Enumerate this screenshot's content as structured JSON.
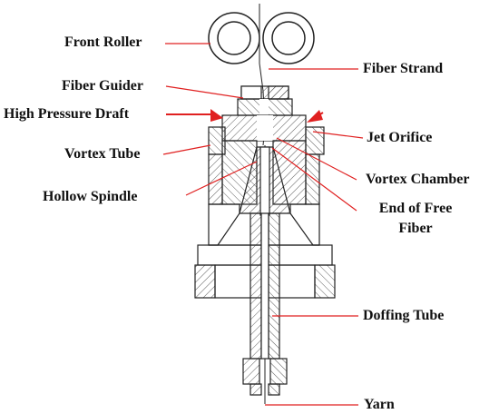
{
  "diagram": {
    "labels": {
      "front_roller": "Front Roller",
      "fiber_strand": "Fiber Strand",
      "fiber_guider": "Fiber Guider",
      "high_pressure_draft": "High Pressure Draft",
      "jet_orifice": "Jet Orifice",
      "vortex_tube": "Vortex Tube",
      "vortex_chamber": "Vortex Chamber",
      "hollow_spindle": "Hollow Spindle",
      "end_of_free_fiber_line1": "End of Free",
      "end_of_free_fiber_line2": "Fiber",
      "doffing_tube": "Doffing Tube",
      "yarn": "Yarn"
    },
    "colors": {
      "leader_line": "#e02020",
      "arrow": "#e02020",
      "outline": "#222222",
      "hatch": "#333333",
      "text": "#111111"
    }
  }
}
